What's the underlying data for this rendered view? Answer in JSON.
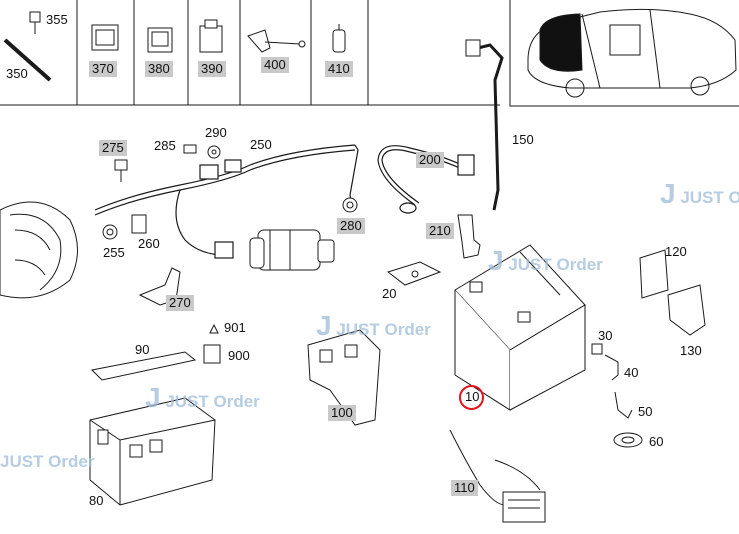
{
  "colors": {
    "line": "#1a1a1a",
    "label_bg": "#c9c9c9",
    "highlight_circle": "#e0141c",
    "watermark": "#9dbbd9"
  },
  "parts": {
    "p355": "355",
    "p350": "350",
    "p370": "370",
    "p380": "380",
    "p390": "390",
    "p400": "400",
    "p410": "410",
    "p150": "150",
    "p275": "275",
    "p285": "285",
    "p290": "290",
    "p250": "250",
    "p200": "200",
    "p255": "255",
    "p260": "260",
    "p280": "280",
    "p210": "210",
    "p120": "120",
    "p20": "20",
    "p270": "270",
    "p901": "901",
    "p900": "900",
    "p90": "90",
    "p30": "30",
    "p40": "40",
    "p50": "50",
    "p60": "60",
    "p130": "130",
    "p10": "10",
    "p100": "100",
    "p80": "80",
    "p110": "110"
  },
  "watermark": {
    "brand_letter": "J",
    "text": "JUST Order"
  }
}
